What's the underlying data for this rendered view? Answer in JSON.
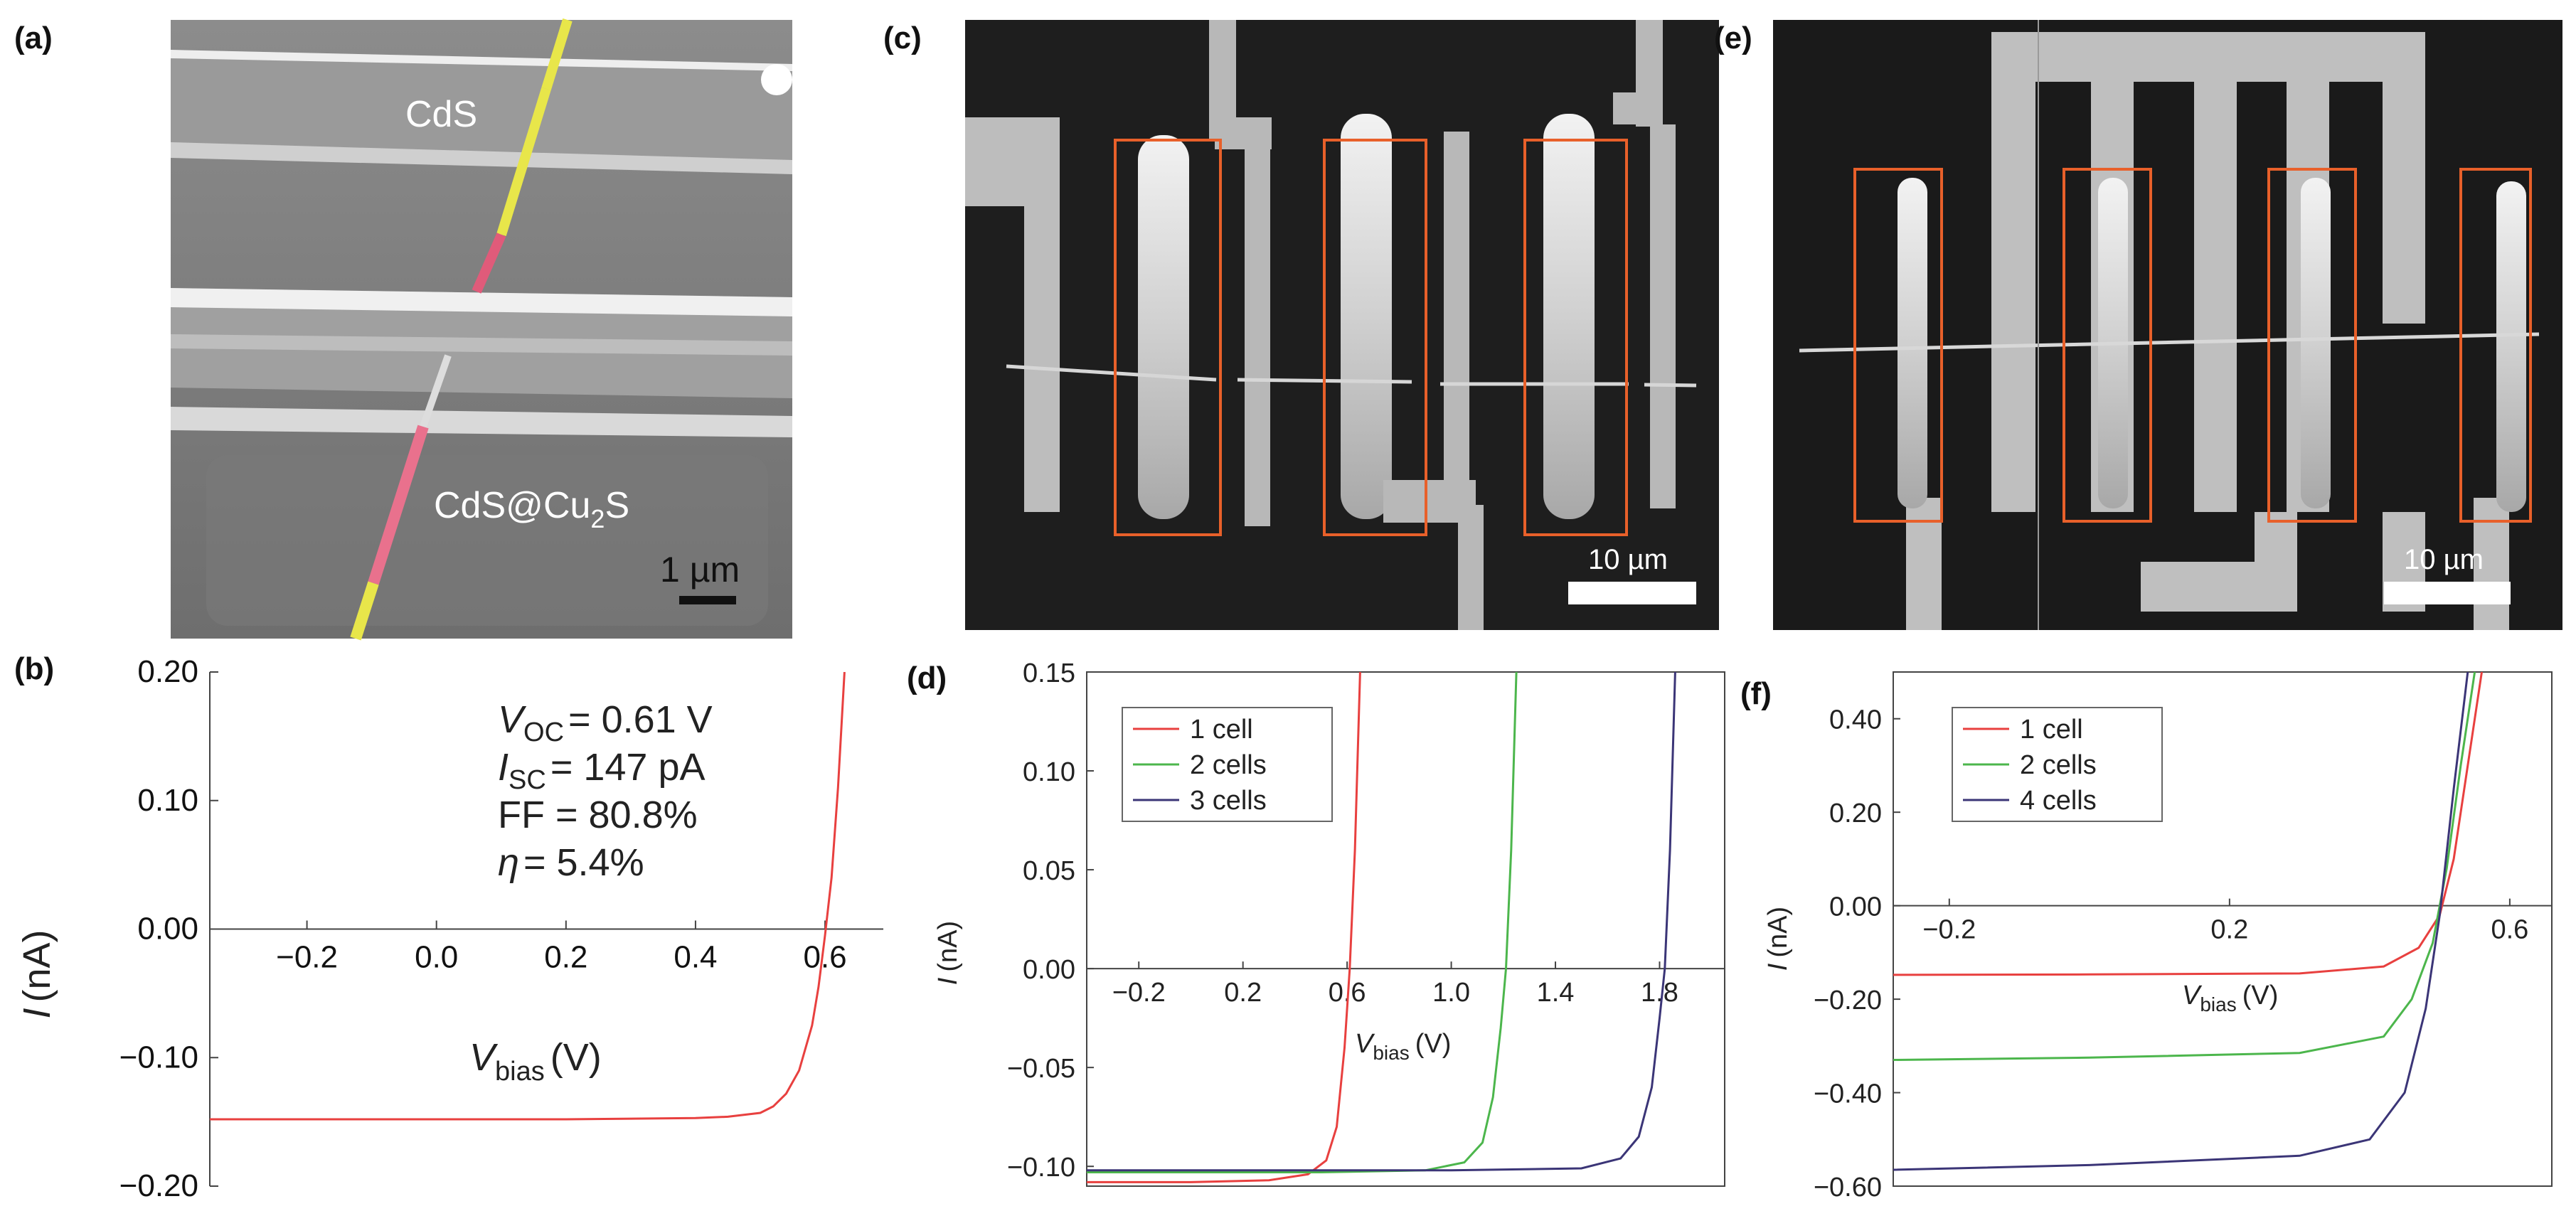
{
  "panels": {
    "a": {
      "label": "(a)",
      "text_cds": "CdS",
      "text_core_shell": "CdS@Cu",
      "text_core_shell_sub": "2",
      "text_core_shell_tail": "S",
      "scale_bar": "1 µm"
    },
    "c": {
      "label": "(c)",
      "scale_bar": "10 µm"
    },
    "e": {
      "label": "(e)",
      "scale_bar": "10 µm"
    },
    "b": {
      "label": "(b)"
    },
    "d": {
      "label": "(d)"
    },
    "f": {
      "label": "(f)"
    }
  },
  "annotations_b": {
    "voc_sym": "V",
    "voc_sub": "OC",
    "voc_val": "= 0.61 V",
    "isc_sym": "I",
    "isc_sub": "SC",
    "isc_val": "= 147 pA",
    "ff": "FF = 80.8%",
    "eta_sym": "η",
    "eta_val": "= 5.4%"
  },
  "colors": {
    "red": "#e8403f",
    "green": "#4cb64c",
    "purple": "#3b3577",
    "box": "#e8602a"
  },
  "chart_data": [
    {
      "panel": "b",
      "type": "line",
      "xlabel": "V",
      "xlabel_sub": "bias",
      "xlabel_unit": "(V)",
      "ylabel": "I",
      "ylabel_unit": "(nA)",
      "xlim": [
        -0.35,
        0.69
      ],
      "ylim": [
        -0.2,
        0.2
      ],
      "xticks": [
        "−0.2",
        "0.0",
        "0.2",
        "0.4",
        "0.6"
      ],
      "xtick_values": [
        -0.2,
        0.0,
        0.2,
        0.4,
        0.6
      ],
      "yticks": [
        "0.20",
        "0.10",
        "0.00",
        "−0.10",
        "−0.20"
      ],
      "ytick_values": [
        0.2,
        0.1,
        0.0,
        -0.1,
        -0.2
      ],
      "series": [
        {
          "color": "red",
          "x": [
            -0.35,
            -0.2,
            0.0,
            0.2,
            0.4,
            0.45,
            0.5,
            0.52,
            0.54,
            0.56,
            0.58,
            0.59,
            0.6,
            0.61,
            0.62,
            0.63
          ],
          "y": [
            -0.148,
            -0.148,
            -0.148,
            -0.148,
            -0.147,
            -0.146,
            -0.143,
            -0.138,
            -0.128,
            -0.11,
            -0.075,
            -0.045,
            -0.005,
            0.04,
            0.11,
            0.2
          ]
        }
      ]
    },
    {
      "panel": "d",
      "type": "line",
      "xlabel": "V",
      "xlabel_sub": "bias",
      "xlabel_unit": "(V)",
      "ylabel": "I",
      "ylabel_unit": "(nA)",
      "xlim": [
        -0.4,
        2.05
      ],
      "ylim": [
        -0.11,
        0.15
      ],
      "xticks": [
        "−0.2",
        "0.2",
        "0.6",
        "1.0",
        "1.4",
        "1.8"
      ],
      "xtick_values": [
        -0.2,
        0.2,
        0.6,
        1.0,
        1.4,
        1.8
      ],
      "yticks": [
        "0.15",
        "0.10",
        "0.05",
        "0.00",
        "−0.05",
        "−0.10"
      ],
      "ytick_values": [
        0.15,
        0.1,
        0.05,
        0.0,
        -0.05,
        -0.1
      ],
      "series": [
        {
          "name": "1 cell",
          "color": "red",
          "x": [
            -0.4,
            0.0,
            0.3,
            0.45,
            0.52,
            0.56,
            0.59,
            0.61,
            0.63,
            0.65
          ],
          "y": [
            -0.108,
            -0.108,
            -0.107,
            -0.104,
            -0.097,
            -0.08,
            -0.04,
            0.0,
            0.06,
            0.15
          ]
        },
        {
          "name": "2 cells",
          "color": "green",
          "x": [
            -0.4,
            0.5,
            0.9,
            1.05,
            1.12,
            1.16,
            1.19,
            1.21,
            1.23,
            1.25
          ],
          "y": [
            -0.103,
            -0.103,
            -0.102,
            -0.098,
            -0.088,
            -0.065,
            -0.03,
            0.0,
            0.06,
            0.15
          ]
        },
        {
          "name": "3 cells",
          "color": "purple",
          "x": [
            -0.4,
            1.0,
            1.5,
            1.65,
            1.72,
            1.77,
            1.8,
            1.82,
            1.84,
            1.86
          ],
          "y": [
            -0.102,
            -0.102,
            -0.101,
            -0.096,
            -0.085,
            -0.06,
            -0.025,
            0.0,
            0.06,
            0.15
          ]
        }
      ]
    },
    {
      "panel": "f",
      "type": "line",
      "xlabel": "V",
      "xlabel_sub": "bias",
      "xlabel_unit": "(V)",
      "ylabel": "I",
      "ylabel_unit": "(nA)",
      "xlim": [
        -0.28,
        0.66
      ],
      "ylim": [
        -0.6,
        0.5
      ],
      "xticks": [
        "−0.2",
        "0.2",
        "0.6"
      ],
      "xtick_values": [
        -0.2,
        0.2,
        0.6
      ],
      "yticks": [
        "0.40",
        "0.20",
        "0.00",
        "−0.20",
        "−0.40",
        "−0.60"
      ],
      "ytick_values": [
        0.4,
        0.2,
        0.0,
        -0.2,
        -0.4,
        -0.6
      ],
      "series": [
        {
          "name": "1 cell",
          "color": "red",
          "x": [
            -0.28,
            0.0,
            0.3,
            0.42,
            0.47,
            0.5,
            0.52,
            0.54,
            0.56
          ],
          "y": [
            -0.148,
            -0.147,
            -0.145,
            -0.13,
            -0.09,
            -0.02,
            0.1,
            0.3,
            0.5
          ]
        },
        {
          "name": "2 cells",
          "color": "green",
          "x": [
            -0.28,
            0.0,
            0.3,
            0.42,
            0.46,
            0.49,
            0.51,
            0.53,
            0.55
          ],
          "y": [
            -0.33,
            -0.325,
            -0.315,
            -0.28,
            -0.2,
            -0.08,
            0.08,
            0.3,
            0.5
          ]
        },
        {
          "name": "4 cells",
          "color": "purple",
          "x": [
            -0.28,
            0.0,
            0.3,
            0.4,
            0.45,
            0.48,
            0.5,
            0.52,
            0.54
          ],
          "y": [
            -0.565,
            -0.555,
            -0.535,
            -0.5,
            -0.4,
            -0.22,
            -0.02,
            0.25,
            0.5
          ]
        }
      ]
    }
  ]
}
